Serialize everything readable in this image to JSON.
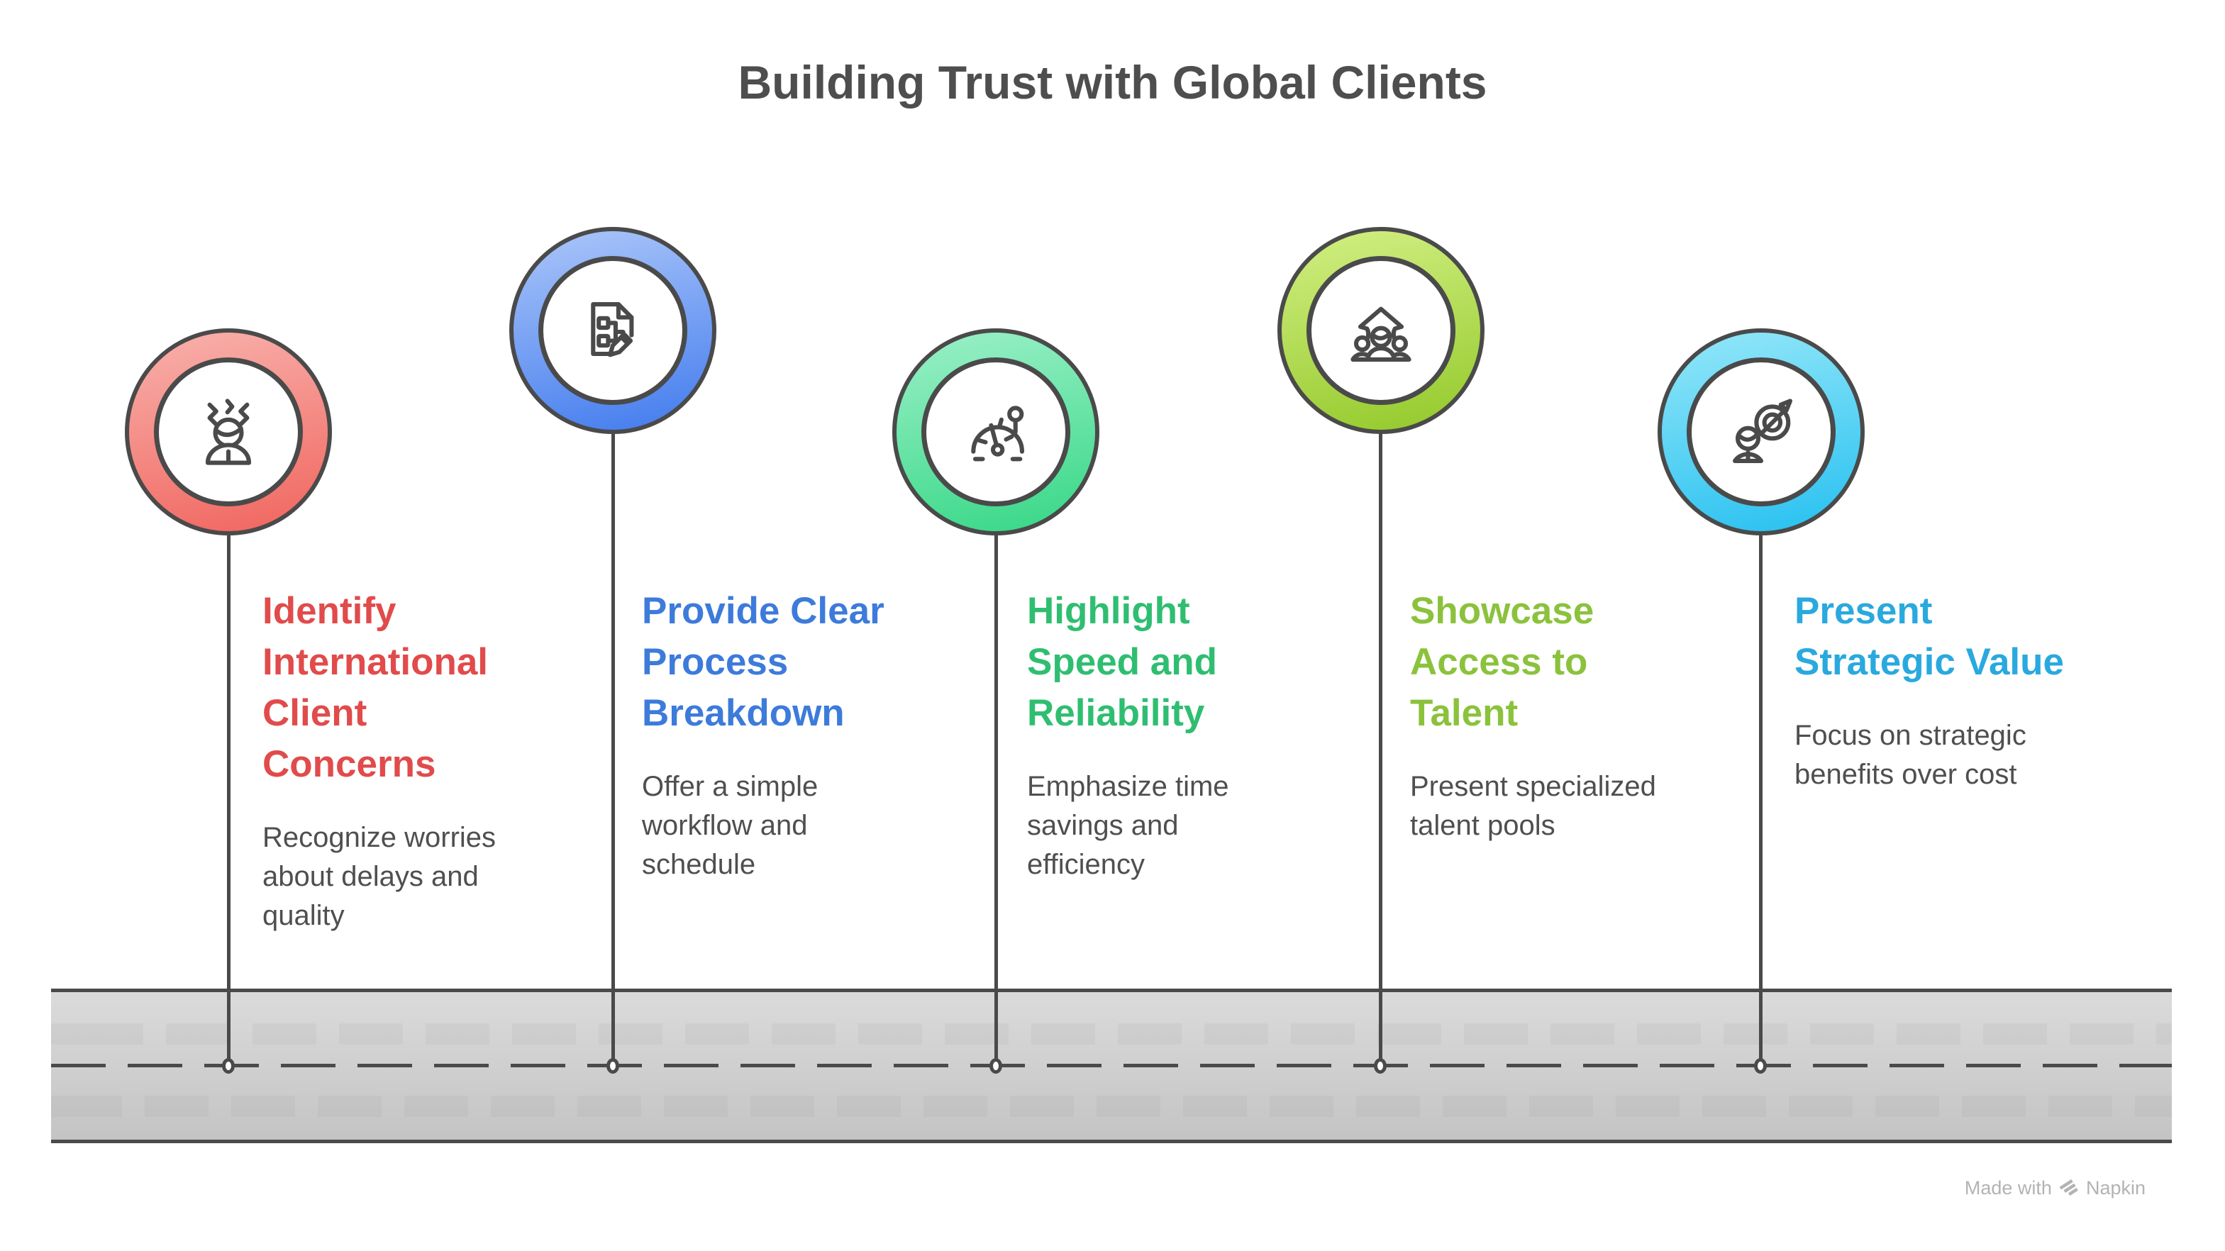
{
  "title": "Building Trust with Global Clients",
  "colors": {
    "line": "#4a4a4a",
    "title": "#4e4e4e",
    "body_text": "#4f4f4f",
    "road_top": "#dbdbdb",
    "road_bottom": "#c4c4c4",
    "background": "#ffffff",
    "watermark": "#b3b3b3"
  },
  "steps": [
    {
      "heading": "Identify International Client Concerns",
      "heading_lines": [
        "Identify",
        "International",
        "Client",
        "Concerns"
      ],
      "body": "Recognize worries about delays and quality",
      "body_lines": [
        "Recognize worries",
        "about delays and",
        "quality"
      ],
      "accent": "#e14b4b",
      "ring_from": "#f8aba6",
      "ring_to": "#f16b64",
      "icon": "stressed-person-icon"
    },
    {
      "heading": "Provide Clear Process Breakdown",
      "heading_lines": [
        "Provide Clear",
        "Process",
        "Breakdown"
      ],
      "body": "Offer a simple workflow and schedule",
      "body_lines": [
        "Offer a simple",
        "workflow and",
        "schedule"
      ],
      "accent": "#3d7bdb",
      "ring_from": "#a3c0f8",
      "ring_to": "#4a81ef",
      "icon": "document-workflow-icon"
    },
    {
      "heading": "Highlight Speed and Reliability",
      "heading_lines": [
        "Highlight",
        "Speed and",
        "Reliability"
      ],
      "body": "Emphasize time savings and efficiency",
      "body_lines": [
        "Emphasize time",
        "savings and",
        "efficiency"
      ],
      "accent": "#2fbe71",
      "ring_from": "#93eec2",
      "ring_to": "#3ed98b",
      "icon": "speedometer-icon"
    },
    {
      "heading": "Showcase Access to Talent",
      "heading_lines": [
        "Showcase",
        "Access to",
        "Talent"
      ],
      "body": "Present specialized talent pools",
      "body_lines": [
        "Present specialized",
        "talent pools"
      ],
      "accent": "#8bc23c",
      "ring_from": "#cdec7c",
      "ring_to": "#98cc31",
      "icon": "team-growth-icon"
    },
    {
      "heading": "Present Strategic Value",
      "heading_lines": [
        "Present",
        "Strategic Value"
      ],
      "body": "Focus on strategic benefits over cost",
      "body_lines": [
        "Focus on strategic",
        "benefits over cost"
      ],
      "accent": "#29a9de",
      "ring_from": "#8be4f8",
      "ring_to": "#2fc3f1",
      "icon": "person-target-icon"
    }
  ],
  "watermark": {
    "made_with": "Made with",
    "brand": "Napkin",
    "icon": "napkin-logo-icon"
  }
}
